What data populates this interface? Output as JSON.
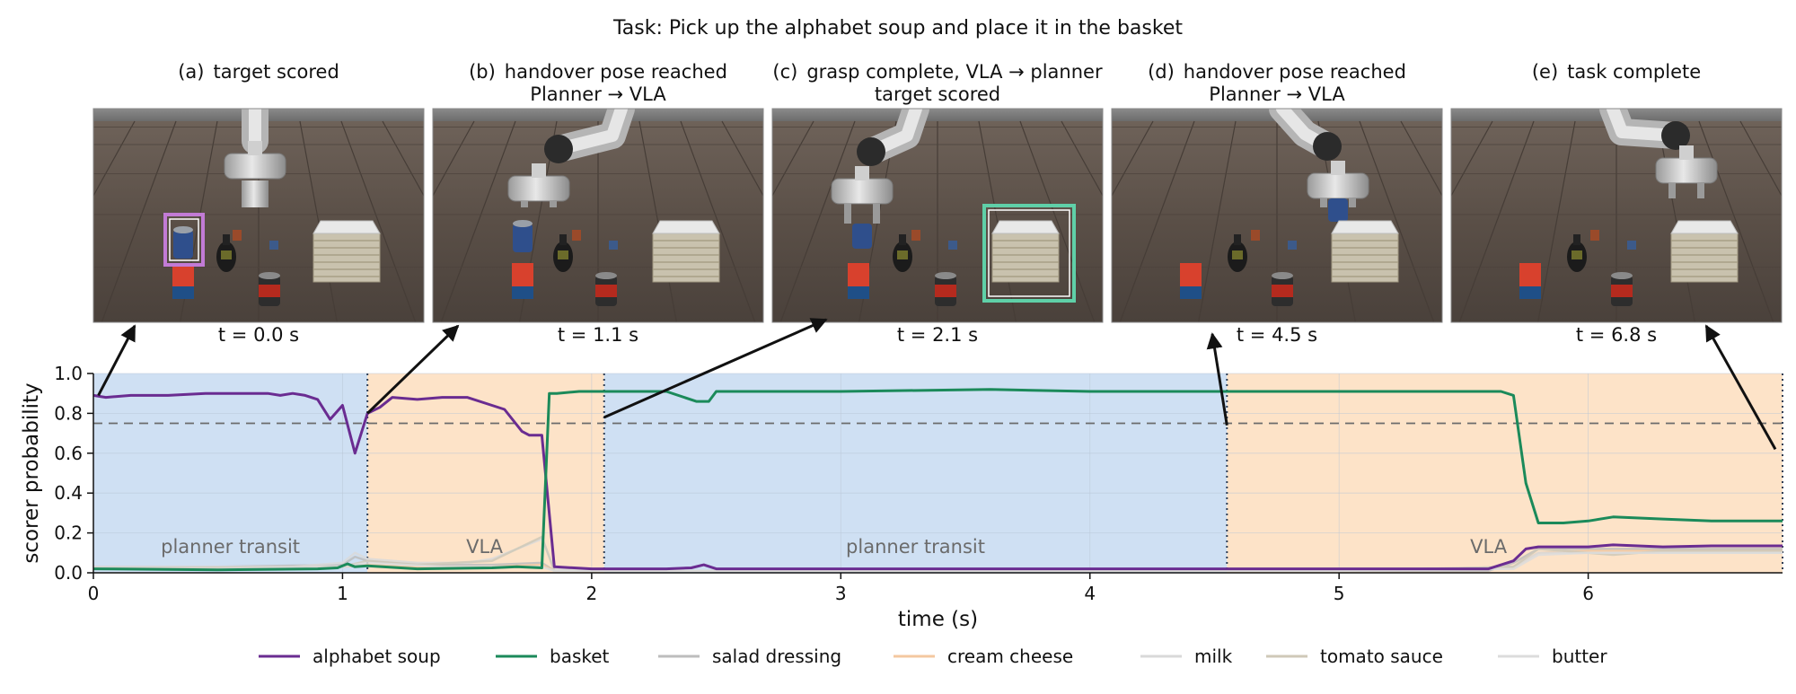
{
  "figure": {
    "suptitle": "Task: Pick up the alphabet soup and place it in the basket"
  },
  "panels": [
    {
      "label": "(a)",
      "title": [
        "target scored"
      ],
      "time": "t = 0.0 s",
      "box": "alphabet-soup",
      "box_color": "#c27bd6"
    },
    {
      "label": "(b)",
      "title": [
        "handover pose reached",
        "Planner → VLA"
      ],
      "time": "t = 1.1 s",
      "box": null,
      "box_color": null
    },
    {
      "label": "(c)",
      "title": [
        "grasp complete, VLA → planner",
        "target scored"
      ],
      "time": "t = 2.1 s",
      "box": "basket",
      "box_color": "#5fd0a8"
    },
    {
      "label": "(d)",
      "title": [
        "handover pose reached",
        "Planner → VLA"
      ],
      "time": "t = 4.5 s",
      "box": null,
      "box_color": null
    },
    {
      "label": "(e)",
      "title": [
        "task complete"
      ],
      "time": "t = 6.8 s",
      "box": null,
      "box_color": null
    }
  ],
  "chart_data": {
    "type": "line",
    "xlabel": "time (s)",
    "ylabel": "scorer probability",
    "xlim": [
      0,
      6.78
    ],
    "ylim": [
      0,
      1.0
    ],
    "xticks": [
      0,
      1,
      2,
      3,
      4,
      5,
      6
    ],
    "yticks": [
      0.0,
      0.2,
      0.4,
      0.6,
      0.8,
      1.0
    ],
    "xtick_labels": [
      "0",
      "1",
      "2",
      "3",
      "4",
      "5",
      "6"
    ],
    "ytick_labels": [
      "0.0",
      "0.2",
      "0.4",
      "0.6",
      "0.8",
      "1.0"
    ],
    "threshold": 0.75,
    "grid": true,
    "legend_position": "bottom",
    "phases": [
      {
        "label": "planner transit",
        "start": 0.0,
        "end": 1.1,
        "color": "#cfe0f3"
      },
      {
        "label": "VLA",
        "start": 1.1,
        "end": 2.05,
        "color": "#fde3c8"
      },
      {
        "label": "planner transit",
        "start": 2.05,
        "end": 4.55,
        "color": "#cfe0f3"
      },
      {
        "label": "VLA",
        "start": 4.55,
        "end": 6.78,
        "color": "#fde3c8"
      }
    ],
    "phase_label_positions": [
      {
        "text": "planner transit",
        "x": 0.55
      },
      {
        "text": "VLA",
        "x": 1.57
      },
      {
        "text": "planner transit",
        "x": 3.3
      },
      {
        "text": "VLA",
        "x": 5.6
      }
    ],
    "vlines": [
      1.1,
      2.05,
      4.55,
      6.78
    ],
    "arrows": [
      {
        "panel": 0,
        "x": 0.02,
        "y": 0.89
      },
      {
        "panel": 1,
        "x": 1.1,
        "y": 0.8
      },
      {
        "panel": 2,
        "x": 2.05,
        "y": 0.78
      },
      {
        "panel": 3,
        "x": 4.55,
        "y": 0.74
      },
      {
        "panel": 4,
        "x": 6.78,
        "y": 0.62
      }
    ],
    "series": [
      {
        "name": "alphabet soup",
        "color": "#6a2c91",
        "x": [
          0,
          0.05,
          0.15,
          0.3,
          0.45,
          0.5,
          0.6,
          0.7,
          0.75,
          0.8,
          0.85,
          0.9,
          0.95,
          1.0,
          1.05,
          1.1,
          1.15,
          1.2,
          1.3,
          1.4,
          1.5,
          1.6,
          1.65,
          1.72,
          1.75,
          1.8,
          1.85,
          2.0,
          2.1,
          2.3,
          2.4,
          2.45,
          2.5,
          2.7,
          3.0,
          4.5,
          5.0,
          5.6,
          5.7,
          5.75,
          5.8,
          6.0,
          6.1,
          6.3,
          6.5,
          6.78
        ],
        "y": [
          0.89,
          0.88,
          0.89,
          0.89,
          0.9,
          0.9,
          0.9,
          0.9,
          0.89,
          0.9,
          0.89,
          0.87,
          0.77,
          0.84,
          0.6,
          0.8,
          0.83,
          0.88,
          0.87,
          0.88,
          0.88,
          0.84,
          0.82,
          0.71,
          0.69,
          0.69,
          0.03,
          0.02,
          0.02,
          0.02,
          0.025,
          0.04,
          0.02,
          0.02,
          0.02,
          0.02,
          0.02,
          0.02,
          0.06,
          0.12,
          0.13,
          0.13,
          0.14,
          0.13,
          0.135,
          0.135
        ]
      },
      {
        "name": "basket",
        "color": "#1b8a5a",
        "x": [
          0,
          0.5,
          0.9,
          0.98,
          1.02,
          1.05,
          1.1,
          1.3,
          1.6,
          1.7,
          1.8,
          1.83,
          1.86,
          1.95,
          2.1,
          2.3,
          2.42,
          2.47,
          2.5,
          3.0,
          3.6,
          4.0,
          4.55,
          5.0,
          5.5,
          5.65,
          5.7,
          5.75,
          5.8,
          5.9,
          6.0,
          6.1,
          6.3,
          6.5,
          6.78
        ],
        "y": [
          0.02,
          0.015,
          0.02,
          0.025,
          0.045,
          0.03,
          0.035,
          0.02,
          0.025,
          0.03,
          0.025,
          0.9,
          0.9,
          0.91,
          0.91,
          0.91,
          0.86,
          0.86,
          0.91,
          0.91,
          0.92,
          0.91,
          0.91,
          0.91,
          0.91,
          0.91,
          0.89,
          0.45,
          0.25,
          0.25,
          0.26,
          0.28,
          0.27,
          0.26,
          0.26
        ]
      },
      {
        "name": "salad dressing",
        "color": "#bdbdbd",
        "x": [
          0,
          0.5,
          1.0,
          1.05,
          1.1,
          1.2,
          1.4,
          1.6,
          1.8,
          1.85,
          2.0,
          3.0,
          4.0,
          5.0,
          5.6,
          5.7,
          5.8,
          6.0,
          6.3,
          6.78
        ],
        "y": [
          0.03,
          0.03,
          0.04,
          0.08,
          0.06,
          0.05,
          0.04,
          0.04,
          0.05,
          0.01,
          0.01,
          0.01,
          0.01,
          0.01,
          0.01,
          0.05,
          0.12,
          0.12,
          0.12,
          0.12
        ]
      },
      {
        "name": "cream cheese",
        "color": "#f4c8a0",
        "x": [
          0,
          0.5,
          1.0,
          1.1,
          1.3,
          1.6,
          1.8,
          1.85,
          2.0,
          4.0,
          5.0,
          5.7,
          5.8,
          6.0,
          6.3,
          6.78
        ],
        "y": [
          0.02,
          0.02,
          0.03,
          0.04,
          0.03,
          0.03,
          0.04,
          0.01,
          0.01,
          0.01,
          0.01,
          0.03,
          0.1,
          0.11,
          0.11,
          0.11
        ]
      },
      {
        "name": "milk",
        "color": "#d9d9d9",
        "x": [
          0,
          0.4,
          0.8,
          1.0,
          1.05,
          1.1,
          1.3,
          1.5,
          1.6,
          1.8,
          1.85,
          2.0,
          4.0,
          5.0,
          5.7,
          5.8,
          6.0,
          6.78
        ],
        "y": [
          0.03,
          0.03,
          0.03,
          0.05,
          0.1,
          0.07,
          0.05,
          0.05,
          0.07,
          0.17,
          0.02,
          0.01,
          0.01,
          0.01,
          0.03,
          0.1,
          0.1,
          0.1
        ]
      },
      {
        "name": "tomato sauce",
        "color": "#cfc9b8",
        "x": [
          0,
          0.5,
          1.0,
          1.1,
          1.3,
          1.6,
          1.7,
          1.8,
          1.85,
          2.0,
          4.0,
          5.0,
          5.7,
          5.8,
          6.0,
          6.1,
          6.3,
          6.78
        ],
        "y": [
          0.02,
          0.025,
          0.03,
          0.06,
          0.04,
          0.06,
          0.12,
          0.18,
          0.01,
          0.01,
          0.01,
          0.01,
          0.03,
          0.12,
          0.1,
          0.09,
          0.11,
          0.11
        ]
      },
      {
        "name": "butter",
        "color": "#dcdcdc",
        "x": [
          0,
          0.5,
          1.0,
          1.1,
          1.4,
          1.8,
          1.85,
          2.0,
          4.0,
          5.0,
          5.7,
          5.8,
          6.0,
          6.78
        ],
        "y": [
          0.02,
          0.02,
          0.03,
          0.05,
          0.03,
          0.03,
          0.01,
          0.01,
          0.01,
          0.01,
          0.02,
          0.09,
          0.1,
          0.1
        ]
      }
    ]
  }
}
